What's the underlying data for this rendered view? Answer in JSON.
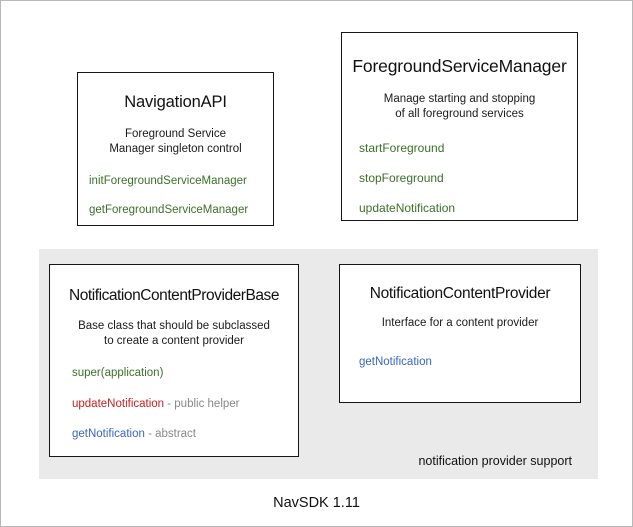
{
  "diagram": {
    "caption": "NavSDK 1.11",
    "group_panel": {
      "label": "notification provider support",
      "background_color": "#eaeaea"
    },
    "colors": {
      "green": "#3b7029",
      "red": "#c9211e",
      "blue": "#3a66c4",
      "suffix_gray": "#888888",
      "border": "#161616",
      "text": "#111111"
    },
    "boxes": {
      "navigation_api": {
        "title": "NavigationAPI",
        "description_lines": [
          "Foreground Service",
          "Manager singleton control"
        ],
        "members": [
          {
            "name": "initForegroundServiceManager",
            "color": "green",
            "suffix": ""
          },
          {
            "name": "getForegroundServiceManager",
            "color": "green",
            "suffix": ""
          }
        ]
      },
      "foreground_service_manager": {
        "title": "ForegroundServiceManager",
        "description_lines": [
          "Manage starting and stopping",
          "of all foreground services"
        ],
        "members": [
          {
            "name": "startForeground",
            "color": "green",
            "suffix": ""
          },
          {
            "name": "stopForeground",
            "color": "green",
            "suffix": ""
          },
          {
            "name": "updateNotification",
            "color": "green",
            "suffix": ""
          }
        ]
      },
      "notification_content_provider_base": {
        "title": "NotificationContentProviderBase",
        "description_lines": [
          "Base class that should be subclassed",
          "to create a content provider"
        ],
        "members": [
          {
            "name": "super(application)",
            "color": "green",
            "suffix": ""
          },
          {
            "name": "updateNotification",
            "color": "red",
            "suffix": " - public helper"
          },
          {
            "name": "getNotification",
            "color": "blue",
            "suffix": " - abstract"
          }
        ]
      },
      "notification_content_provider": {
        "title": "NotificationContentProvider",
        "description_lines": [
          "Interface for a content provider"
        ],
        "members": [
          {
            "name": "getNotification",
            "color": "blue",
            "suffix": ""
          }
        ]
      }
    }
  }
}
